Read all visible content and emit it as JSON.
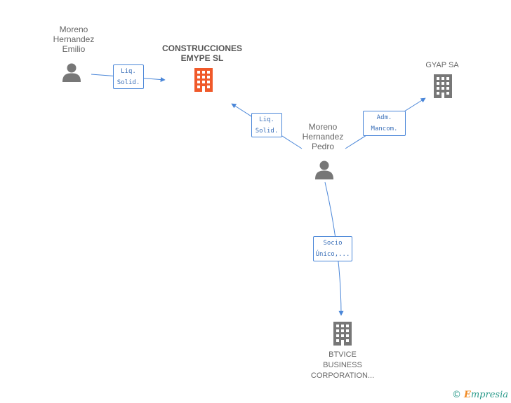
{
  "nodes": {
    "emilio": {
      "lines": [
        "Moreno",
        "Hernandez",
        "Emilio"
      ],
      "kind": "person"
    },
    "construcciones": {
      "lines": [
        "CONSTRUCCIONES",
        "EMYPE SL"
      ],
      "kind": "company-main"
    },
    "gyap": {
      "lines": [
        "GYAP SA"
      ],
      "kind": "company"
    },
    "pedro": {
      "lines": [
        "Moreno",
        "Hernandez",
        "Pedro"
      ],
      "kind": "person"
    },
    "btvice": {
      "lines": [
        "BTVICE",
        "BUSINESS",
        "CORPORATION..."
      ],
      "kind": "company"
    }
  },
  "edges": {
    "emilio_construcciones": {
      "lines": [
        "Liq.",
        "Solid."
      ]
    },
    "pedro_construcciones": {
      "lines": [
        "Liq.",
        "Solid."
      ]
    },
    "pedro_gyap": {
      "lines": [
        "Adm.",
        "Mancom."
      ]
    },
    "pedro_btvice": {
      "lines": [
        "Socio",
        "Único,..."
      ]
    }
  },
  "brand": {
    "copyright": "©",
    "initial": "E",
    "rest": "mpresia"
  },
  "colors": {
    "main": "#f0592a",
    "company": "#777777",
    "person": "#777777",
    "edge": "#4a86d8"
  }
}
